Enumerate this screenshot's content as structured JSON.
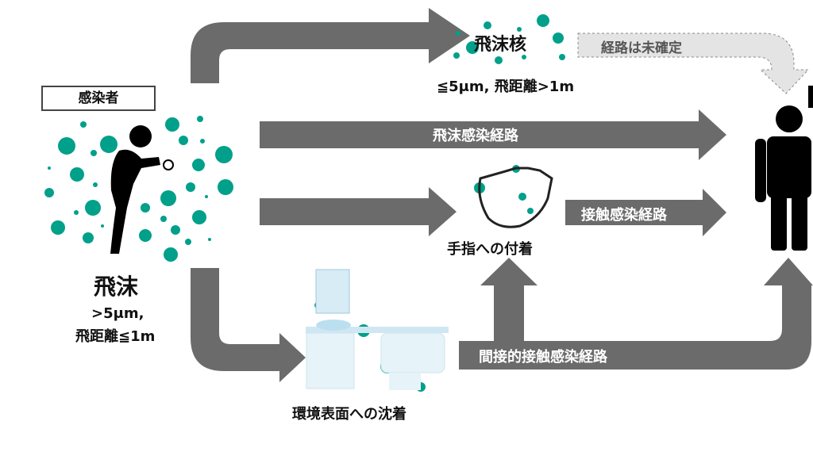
{
  "colors": {
    "arrow": "#6b6b6b",
    "droplet": "#00a08a",
    "dashed_arrow": "#e4e4e4"
  },
  "labels": {
    "infected": "感染者",
    "droplet": "飛沫",
    "droplet_size": ">5μm,",
    "droplet_distance": "飛距離≦1m",
    "droplet_nuclei": "飛沫核",
    "droplet_nuclei_spec": "≦5μm, 飛距離>1m",
    "route_unconfirmed": "経路は未確定",
    "droplet_route": "飛沫感染経路",
    "hand_attach": "手指への付着",
    "contact_route": "接触感染経路",
    "indirect_contact_route": "間接的接触感染経路",
    "surface_deposit": "環境表面への沈着"
  }
}
